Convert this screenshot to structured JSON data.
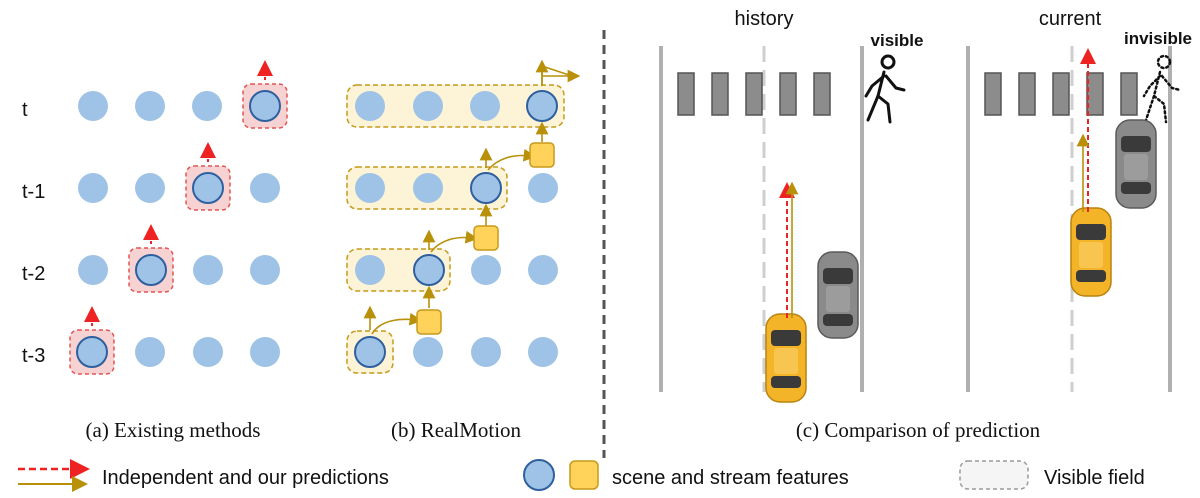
{
  "panel_a": {
    "caption": "(a) Existing methods",
    "row_labels": [
      "t",
      "t-1",
      "t-2",
      "t-3"
    ]
  },
  "panel_b": {
    "caption": "(b) RealMotion"
  },
  "panel_c": {
    "caption": "(c) Comparison of prediction",
    "history_label": "history",
    "current_label": "current",
    "visible_label": "visible",
    "invisible_label": "invisible"
  },
  "legend": {
    "predictions_label": "Independent and our predictions",
    "features_label": "scene and stream features",
    "visible_field_label": "Visible field"
  },
  "colors": {
    "node_fill": "#9fc3e6",
    "node_stroke": "#2e5f9e",
    "feature_fill": "#ffd25a",
    "feature_stroke": "#c79a1a",
    "stream_arrow": "#b8900a",
    "prediction_arrow": "#ee2222",
    "highlight_fill": "#f6d2d2",
    "highlight_stroke": "#e25555",
    "field_fill": "#fdf3d6",
    "field_stroke": "#c79a1a",
    "car_yellow": "#f3b428",
    "car_gray": "#8a8a8a"
  }
}
